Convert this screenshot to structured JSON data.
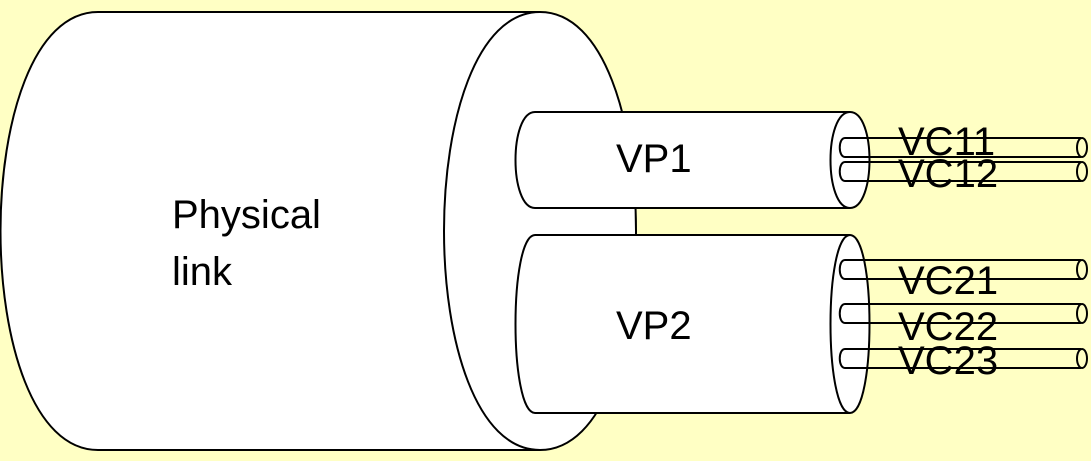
{
  "physical_link": {
    "label_line1": "Physical",
    "label_line2": "link"
  },
  "vp1": {
    "label": "VP1",
    "channels": [
      "VC11",
      "VC12"
    ]
  },
  "vp2": {
    "label": "VP2",
    "channels": [
      "VC21",
      "VC22",
      "VC23"
    ]
  },
  "colors": {
    "background": "#ffffc4",
    "shape_fill": "#ffffff",
    "stroke": "#000000"
  }
}
